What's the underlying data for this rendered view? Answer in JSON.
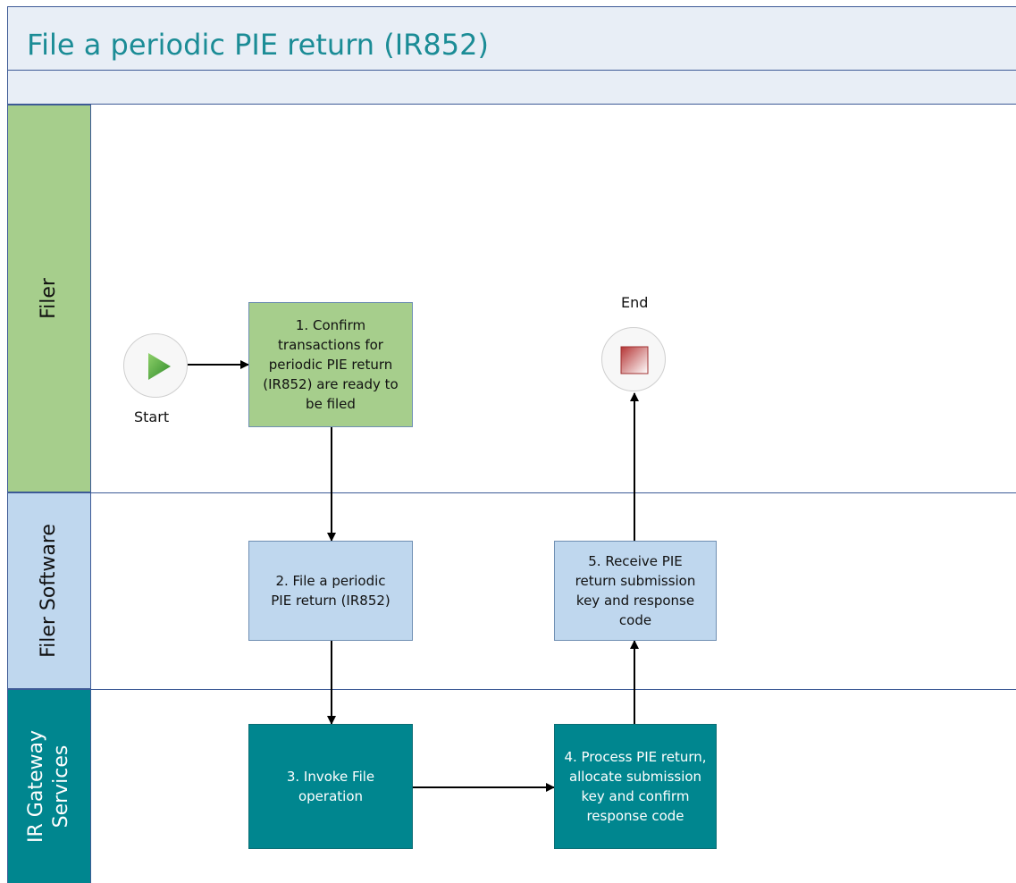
{
  "title": "File a periodic PIE return (IR852)",
  "lanes": [
    {
      "label": "Filer",
      "color": "#a6ce8c"
    },
    {
      "label": "Filer Software",
      "color": "#bfd7ee"
    },
    {
      "label": "IR Gateway\nServices",
      "color": "#00868f"
    }
  ],
  "start_event": {
    "label": "Start",
    "icon": "play-triangle-icon"
  },
  "end_event": {
    "label": "End",
    "icon": "stop-square-icon"
  },
  "tasks": [
    {
      "label": "1. Confirm transactions for periodic PIE return (IR852) are ready to be filed"
    },
    {
      "label": "2. File a periodic PIE return (IR852)"
    },
    {
      "label": "3. Invoke File operation"
    },
    {
      "label": "4. Process PIE return, allocate submission key and confirm response code"
    },
    {
      "label": "5. Receive PIE return submission key and response code"
    }
  ],
  "colors": {
    "border": "#3d5a96",
    "title": "#1b8c96",
    "green": "#a6ce8c",
    "blue": "#bfd7ee",
    "teal": "#00868f"
  }
}
